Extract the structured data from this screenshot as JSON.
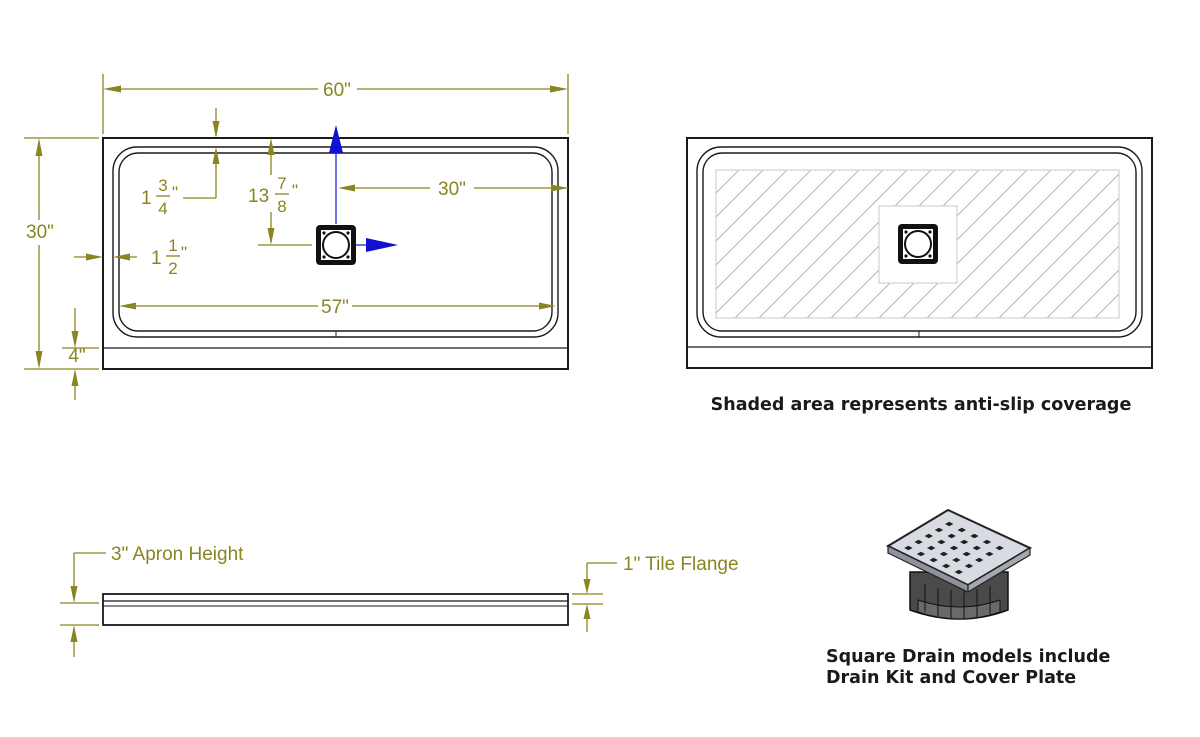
{
  "top_view": {
    "overall_width": "60\"",
    "overall_depth": "30\"",
    "wall_offset_whole": "1",
    "wall_offset_num": "3",
    "wall_offset_den": "4",
    "drain_from_back_whole": "13",
    "drain_from_back_num": "7",
    "drain_from_back_den": "8",
    "drain_from_side": "30\"",
    "side_wall_whole": "1",
    "side_wall_num": "1",
    "side_wall_den": "2",
    "inner_width": "57\"",
    "apron_depth": "4\""
  },
  "anti_slip_view": {
    "caption": "Shaded area represents anti-slip coverage"
  },
  "side_view": {
    "apron_height_label": "3\" Apron Height",
    "tile_flange_label": "1\" Tile Flange"
  },
  "drain_kit": {
    "caption_line1": "Square Drain models include",
    "caption_line2": "Drain Kit and Cover Plate"
  },
  "colors": {
    "dimension": "#8a8421",
    "axis": "#1010d0",
    "outline": "#1a1a1a"
  }
}
